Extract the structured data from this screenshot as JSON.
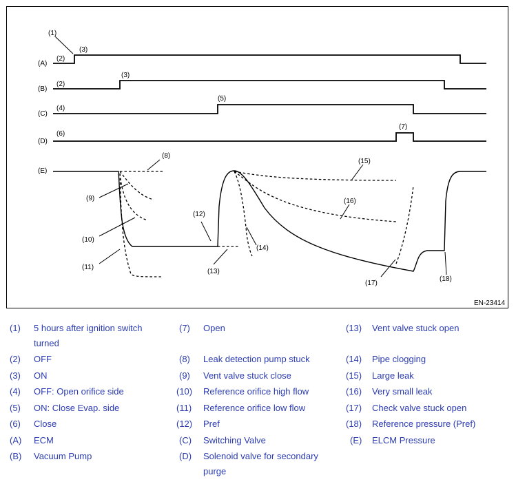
{
  "figure": {
    "id": "EN-23414",
    "signals": {
      "A": "(A)",
      "B": "(B)",
      "C": "(C)",
      "D": "(D)",
      "E": "(E)"
    },
    "callouts": [
      "(1)",
      "(2)",
      "(3)",
      "(2)",
      "(3)",
      "(4)",
      "(5)",
      "(6)",
      "(7)",
      "(8)",
      "(9)",
      "(10)",
      "(11)",
      "(12)",
      "(13)",
      "(14)",
      "(15)",
      "(16)",
      "(17)",
      "(18)"
    ]
  },
  "legend": [
    {
      "code": "(1)",
      "text": "5 hours after ignition switch",
      "text2": "turned"
    },
    {
      "code": "(2)",
      "text": "OFF"
    },
    {
      "code": "(3)",
      "text": "ON"
    },
    {
      "code": "(4)",
      "text": "OFF: Open orifice side"
    },
    {
      "code": "(5)",
      "text": "ON: Close Evap. side"
    },
    {
      "code": "(6)",
      "text": "Close"
    },
    {
      "code": "(A)",
      "text": "ECM"
    },
    {
      "code": "(B)",
      "text": "Vacuum Pump"
    },
    {
      "code": "(7)",
      "text": "Open"
    },
    {
      "code": "(8)",
      "text": "Leak detection pump stuck"
    },
    {
      "code": "(9)",
      "text": "Vent valve stuck close"
    },
    {
      "code": "(10)",
      "text": "Reference orifice high flow"
    },
    {
      "code": "(11)",
      "text": "Reference orifice low flow"
    },
    {
      "code": "(12)",
      "text": "Pref"
    },
    {
      "code": "(C)",
      "text": "Switching Valve"
    },
    {
      "code": "(D)",
      "text": "Solenoid valve for secondary",
      "text2": "purge"
    },
    {
      "code": "(13)",
      "text": "Vent valve stuck open"
    },
    {
      "code": "(14)",
      "text": "Pipe clogging"
    },
    {
      "code": "(15)",
      "text": "Large leak"
    },
    {
      "code": "(16)",
      "text": "Very small leak"
    },
    {
      "code": "(17)",
      "text": "Check valve stuck open"
    },
    {
      "code": "(18)",
      "text": "Reference pressure (Pref)"
    },
    {
      "code": "(E)",
      "text": "ELCM Pressure"
    }
  ],
  "colors": {
    "legend_text": "#2b3bb2",
    "line": "#000000"
  }
}
